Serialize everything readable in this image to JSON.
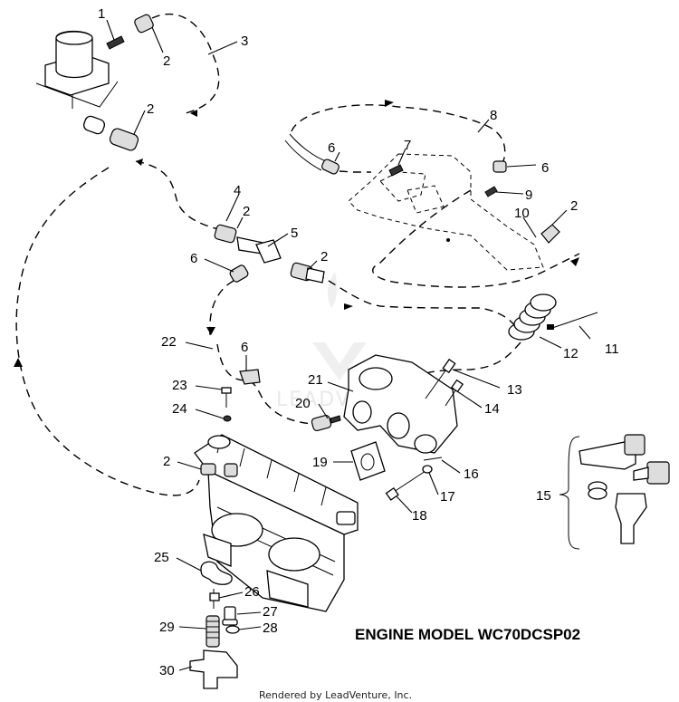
{
  "diagram": {
    "title": "ENGINE MODEL WC70DCSP02",
    "credit": "Rendered by LeadVenture, Inc.",
    "watermark": "LEADVENTURE",
    "callouts": {
      "c1": "1",
      "c2a": "2",
      "c3": "3",
      "c2b": "2",
      "c4": "4",
      "c2c": "2",
      "c5": "5",
      "c6a": "6",
      "c2d": "2",
      "c8": "8",
      "c6b": "6",
      "c7": "7",
      "c6c": "6",
      "c9": "9",
      "c10": "10",
      "c2e": "2",
      "c22": "22",
      "c6d": "6",
      "c12": "12",
      "c11": "11",
      "c21": "21",
      "c13": "13",
      "c23": "23",
      "c20": "20",
      "c14": "14",
      "c24": "24",
      "c2f": "2",
      "c19": "19",
      "c16": "16",
      "c17": "17",
      "c15": "15",
      "c18": "18",
      "c25": "25",
      "c26": "26",
      "c27": "27",
      "c29": "29",
      "c28": "28",
      "c30": "30"
    }
  }
}
